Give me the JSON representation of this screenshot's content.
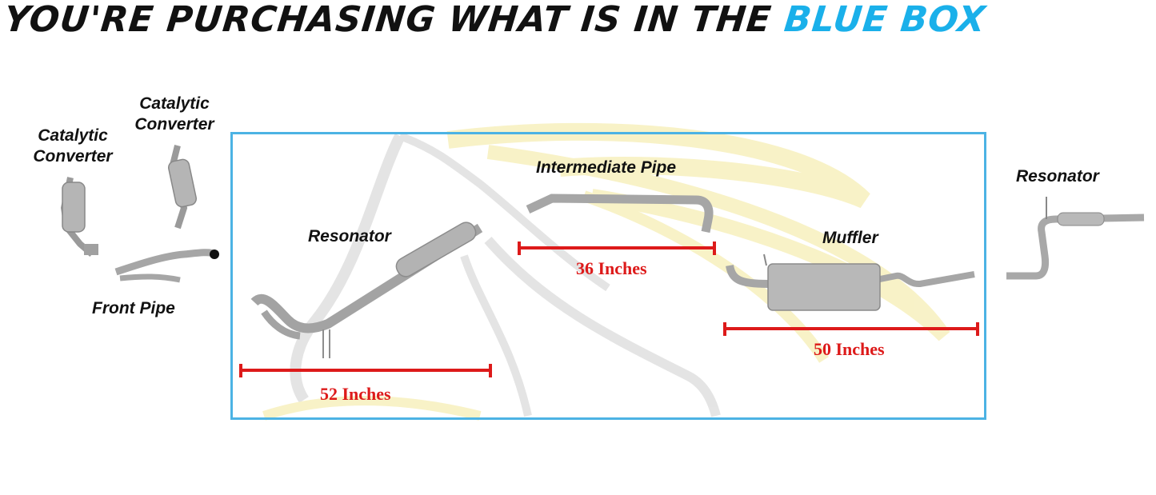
{
  "headline": {
    "part1": "YOU'RE PURCHASING WHAT IS IN THE ",
    "part2": "BLUE BOX"
  },
  "colors": {
    "accent": "#1ab0ea",
    "box_border": "#4cb3e4",
    "measure": "#dd1a1a",
    "watermark_yellow": "#f3e89a",
    "watermark_gray": "#cfcfcf",
    "pipe": "#a9a9a9"
  },
  "excluded_parts": {
    "cat_converter_1": "Catalytic Converter",
    "cat_converter_2": "Catalytic Converter",
    "front_pipe": "Front Pipe",
    "rear_resonator": "Resonator"
  },
  "included_parts": {
    "resonator": "Resonator",
    "intermediate_pipe": "Intermediate Pipe",
    "muffler": "Muffler"
  },
  "measurements": {
    "resonator_length": "52 Inches",
    "intermediate_length": "36 Inches",
    "muffler_length": "50 Inches"
  }
}
